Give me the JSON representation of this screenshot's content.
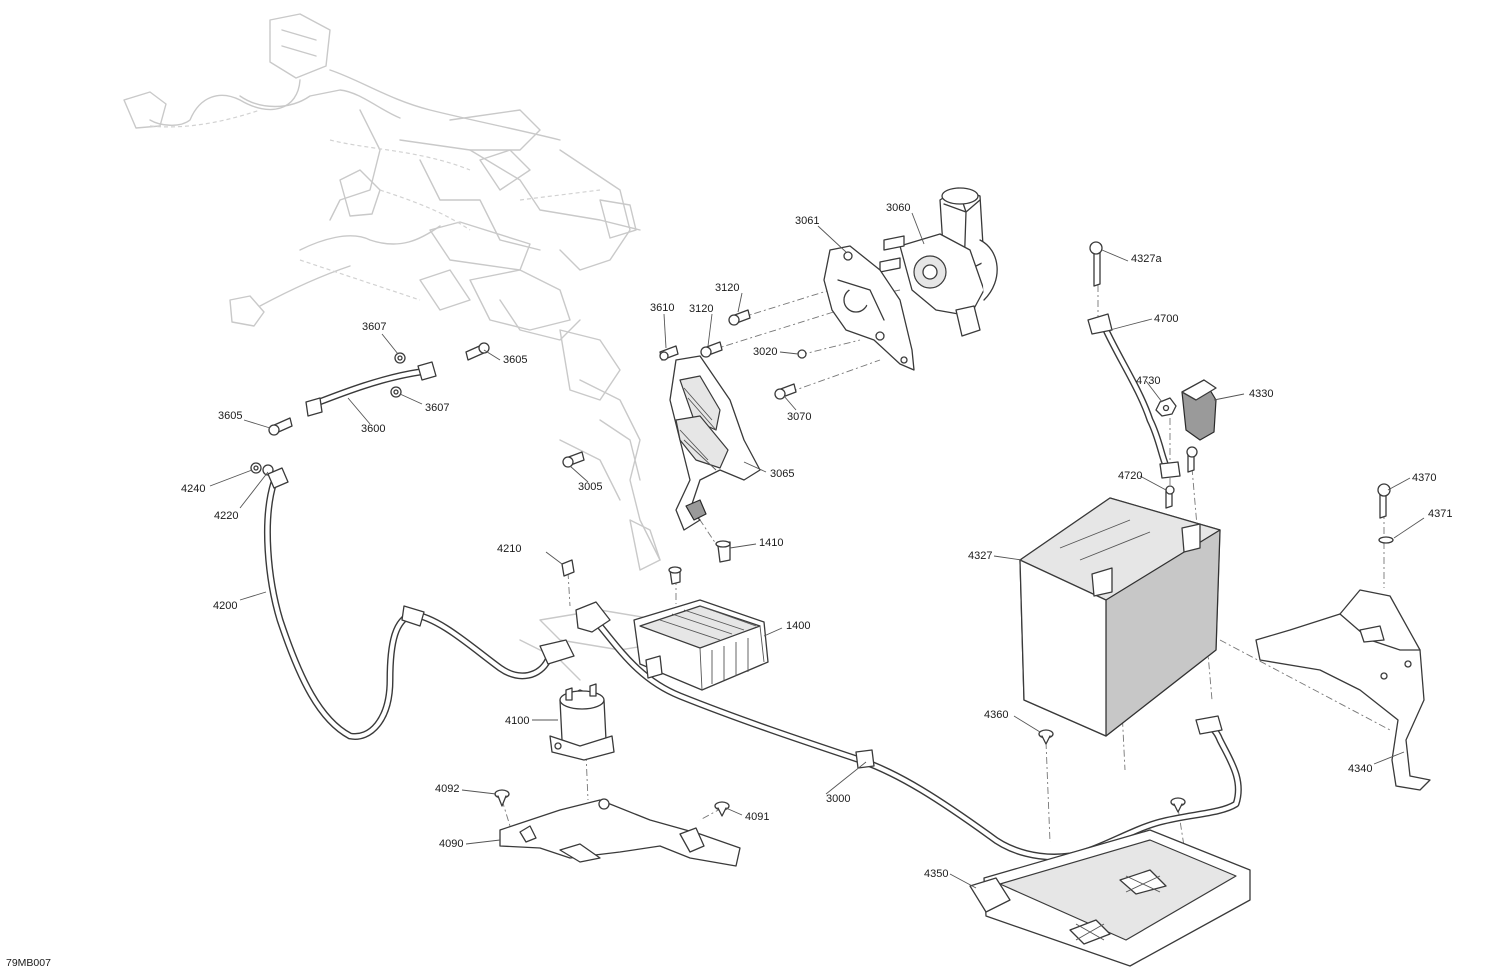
{
  "diagram": {
    "reference_code": "79MB007",
    "callouts": [
      {
        "id": "3060",
        "label": "3060"
      },
      {
        "id": "3061",
        "label": "3061"
      },
      {
        "id": "4327a",
        "label": "4327a"
      },
      {
        "id": "3120a",
        "label": "3120"
      },
      {
        "id": "3120b",
        "label": "3120"
      },
      {
        "id": "3610",
        "label": "3610"
      },
      {
        "id": "3607a",
        "label": "3607"
      },
      {
        "id": "3605a",
        "label": "3605"
      },
      {
        "id": "3020",
        "label": "3020"
      },
      {
        "id": "4700",
        "label": "4700"
      },
      {
        "id": "3605b",
        "label": "3605"
      },
      {
        "id": "3607b",
        "label": "3607"
      },
      {
        "id": "3600",
        "label": "3600"
      },
      {
        "id": "3070",
        "label": "3070"
      },
      {
        "id": "4730",
        "label": "4730"
      },
      {
        "id": "4330",
        "label": "4330"
      },
      {
        "id": "3065",
        "label": "3065"
      },
      {
        "id": "4240",
        "label": "4240"
      },
      {
        "id": "3005",
        "label": "3005"
      },
      {
        "id": "4720",
        "label": "4720"
      },
      {
        "id": "4370",
        "label": "4370"
      },
      {
        "id": "4220",
        "label": "4220"
      },
      {
        "id": "4371",
        "label": "4371"
      },
      {
        "id": "1410",
        "label": "1410"
      },
      {
        "id": "4210",
        "label": "4210"
      },
      {
        "id": "4327",
        "label": "4327"
      },
      {
        "id": "4200",
        "label": "4200"
      },
      {
        "id": "1400",
        "label": "1400"
      },
      {
        "id": "4100",
        "label": "4100"
      },
      {
        "id": "4360",
        "label": "4360"
      },
      {
        "id": "4340",
        "label": "4340"
      },
      {
        "id": "4092",
        "label": "4092"
      },
      {
        "id": "3000",
        "label": "3000"
      },
      {
        "id": "4091",
        "label": "4091"
      },
      {
        "id": "4090",
        "label": "4090"
      },
      {
        "id": "4350",
        "label": "4350"
      }
    ]
  }
}
